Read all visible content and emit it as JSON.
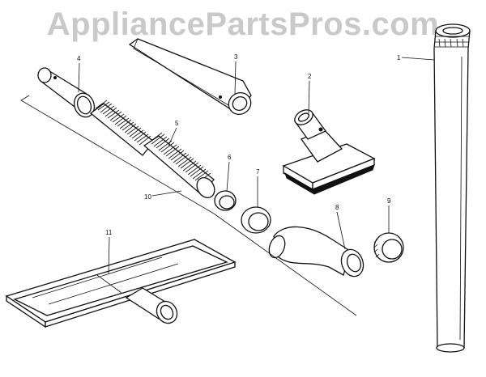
{
  "watermark": "AppliancePartsPros.com",
  "callouts": {
    "c1": "1",
    "c2": "2",
    "c3": "3",
    "c4": "4",
    "c5": "5",
    "c6": "6",
    "c7": "7",
    "c8": "8",
    "c9": "9",
    "c10": "10",
    "c11": "11"
  }
}
